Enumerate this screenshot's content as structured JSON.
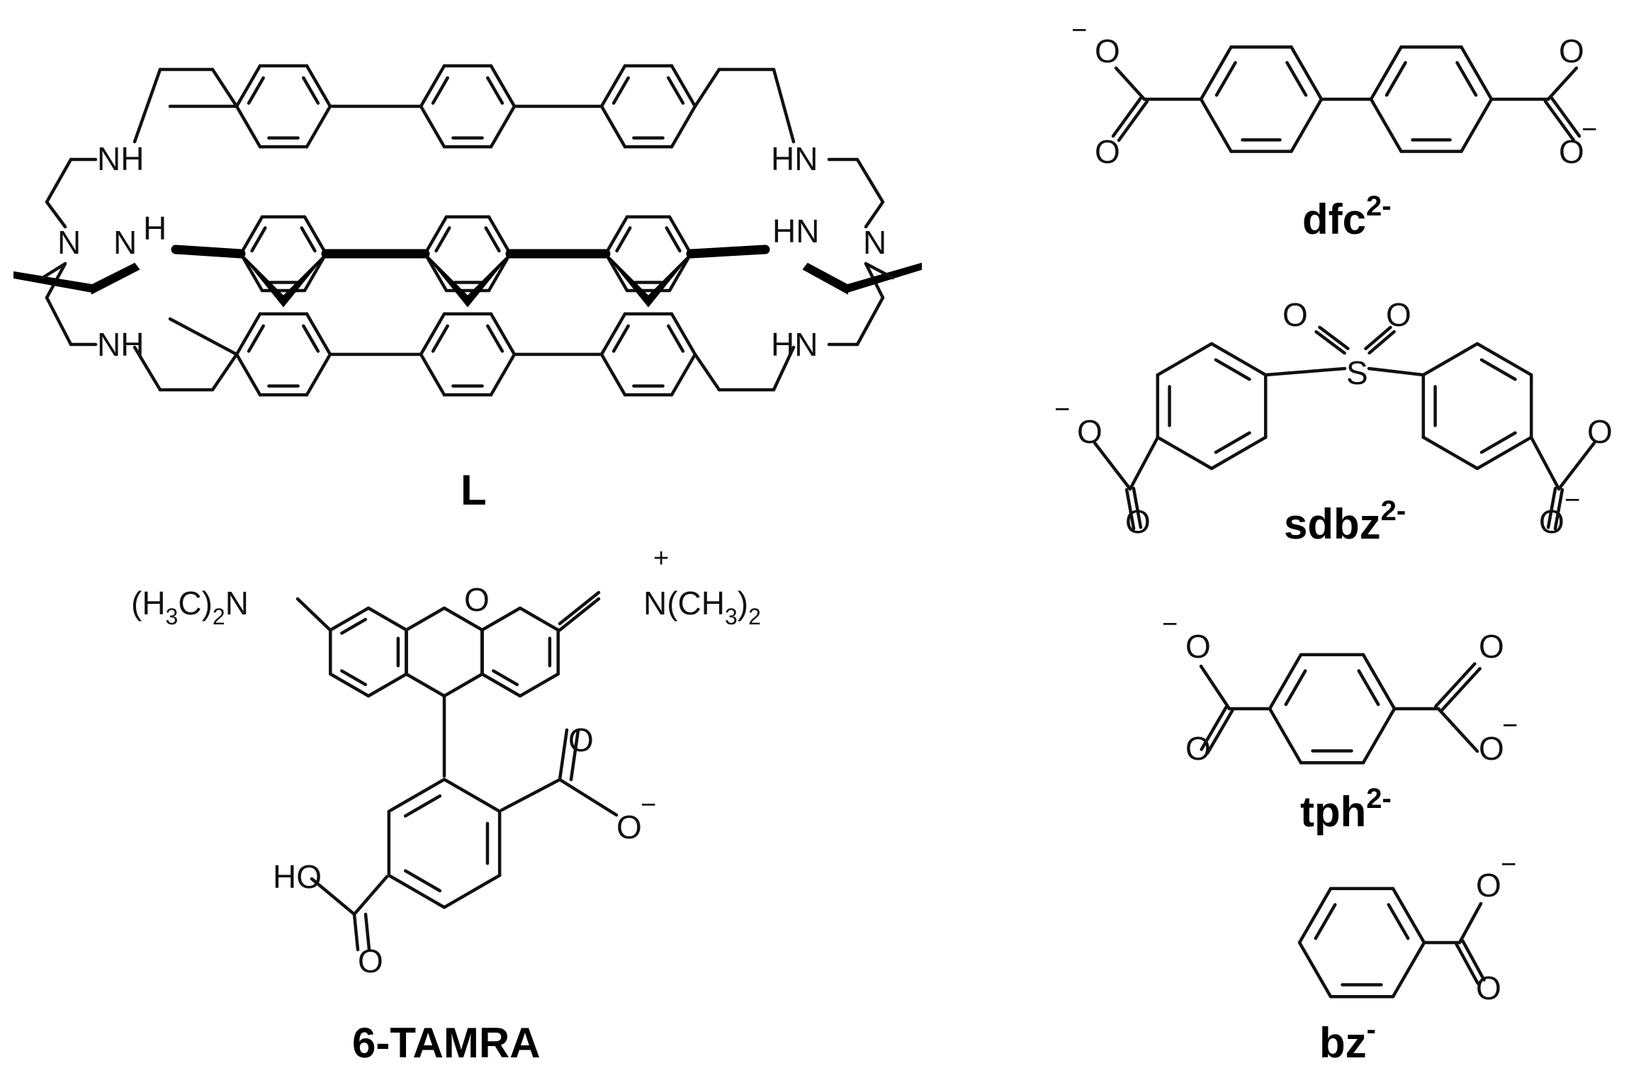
{
  "compounds": {
    "L": {
      "name": "L"
    },
    "tamra": {
      "name": "6-TAMRA",
      "left_amine": "(H",
      "plus": "+",
      "ring_o": "O",
      "right_amine": "N(CH",
      "acid": "HO",
      "o": "O"
    },
    "dfc": {
      "name": "dfc",
      "charge": "2-"
    },
    "sdbz": {
      "name": "sdbz",
      "charge": "2-",
      "s": "S"
    },
    "tph": {
      "name": "tph",
      "charge": "2-"
    },
    "bz": {
      "name": "bz",
      "charge": "-"
    }
  },
  "atoms": {
    "nh": "NH",
    "hn": "HN",
    "n": "N",
    "h": "H",
    "o": "O",
    "minus": "−"
  },
  "sub": {
    "two": "2",
    "three": "3"
  },
  "colors": {
    "ink": "#111111",
    "background": "#ffffff"
  }
}
